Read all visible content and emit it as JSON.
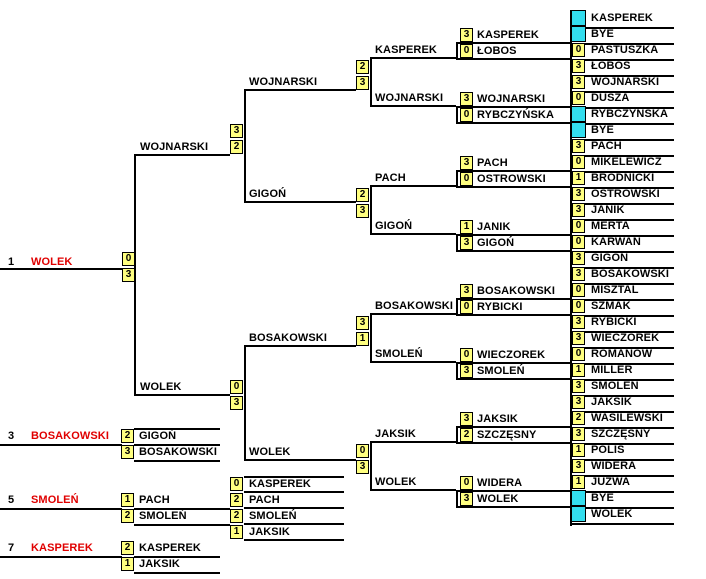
{
  "r1": {
    "names": [
      "KASPEREK",
      "BYE",
      "PASTUSZKA",
      "ŁOBOS",
      "WOJNARSKI",
      "DUSZA",
      "RYBCZYŃSKA",
      "BYE",
      "PACH",
      "MIKELEWICZ",
      "BRODNICKI",
      "OSTROWSKI",
      "JANIK",
      "MERTA",
      "KARWAN",
      "GIGOŃ",
      "BOSAKOWSKI",
      "MISZTAL",
      "SZMAK",
      "RYBICKI",
      "WIECZOREK",
      "ROMANOW",
      "MILLER",
      "SMOLEŃ",
      "JAKSIK",
      "WASILEWSKI",
      "SZCZĘSNY",
      "POLIS",
      "WIDERA",
      "JUZWA",
      "BYE",
      "WOLEK"
    ],
    "scores": [
      "",
      "",
      "0",
      "3",
      "3",
      "0",
      "",
      "",
      "3",
      "0",
      "1",
      "3",
      "3",
      "0",
      "0",
      "3",
      "3",
      "0",
      "0",
      "3",
      "3",
      "0",
      "1",
      "3",
      "3",
      "2",
      "3",
      "1",
      "3",
      "1",
      "",
      ""
    ]
  },
  "r2": {
    "names": [
      "KASPEREK",
      "ŁOBOS",
      "WOJNARSKI",
      "RYBCZYŃSKA",
      "PACH",
      "OSTROWSKI",
      "JANIK",
      "GIGOŃ",
      "BOSAKOWSKI",
      "RYBICKI",
      "WIECZOREK",
      "SMOLEŃ",
      "JAKSIK",
      "SZCZĘSNY",
      "WIDERA",
      "WOLEK"
    ],
    "scores": [
      "3",
      "0",
      "3",
      "0",
      "3",
      "0",
      "1",
      "3",
      "3",
      "0",
      "0",
      "3",
      "3",
      "2",
      "0",
      "3"
    ]
  },
  "r3": {
    "names": [
      "KASPEREK",
      "WOJNARSKI",
      "PACH",
      "GIGOŃ",
      "BOSAKOWSKI",
      "SMOLEŃ",
      "JAKSIK",
      "WOLEK"
    ],
    "scores": [
      "2",
      "3",
      "2",
      "3",
      "3",
      "1",
      "0",
      "3"
    ]
  },
  "r4": {
    "names": [
      "WOJNARSKI",
      "GIGOŃ",
      "BOSAKOWSKI",
      "WOLEK"
    ],
    "scores": [
      "3",
      "2",
      "0",
      "3"
    ]
  },
  "r5": {
    "names": [
      "WOJNARSKI",
      "WOLEK"
    ],
    "scores": [
      "0",
      "3"
    ]
  },
  "final": {
    "seed": "1",
    "winner": "WOLEK"
  },
  "place3": {
    "seed": "3",
    "winner": "BOSAKOWSKI",
    "names": [
      "GIGOŃ",
      "BOSAKOWSKI"
    ],
    "scores": [
      "2",
      "3"
    ]
  },
  "place5": {
    "seed": "5",
    "winner": "SMOLEŃ",
    "semi_names": [
      "KASPEREK",
      "PACH",
      "SMOLEŃ",
      "JAKSIK"
    ],
    "semi_scores": [
      "0",
      "2",
      "2",
      "1"
    ],
    "names": [
      "PACH",
      "SMOLEŃ"
    ],
    "scores": [
      "1",
      "2"
    ]
  },
  "place7": {
    "seed": "7",
    "winner": "KASPEREK",
    "names": [
      "KASPEREK",
      "JAKSIK"
    ],
    "scores": [
      "2",
      "1"
    ]
  }
}
